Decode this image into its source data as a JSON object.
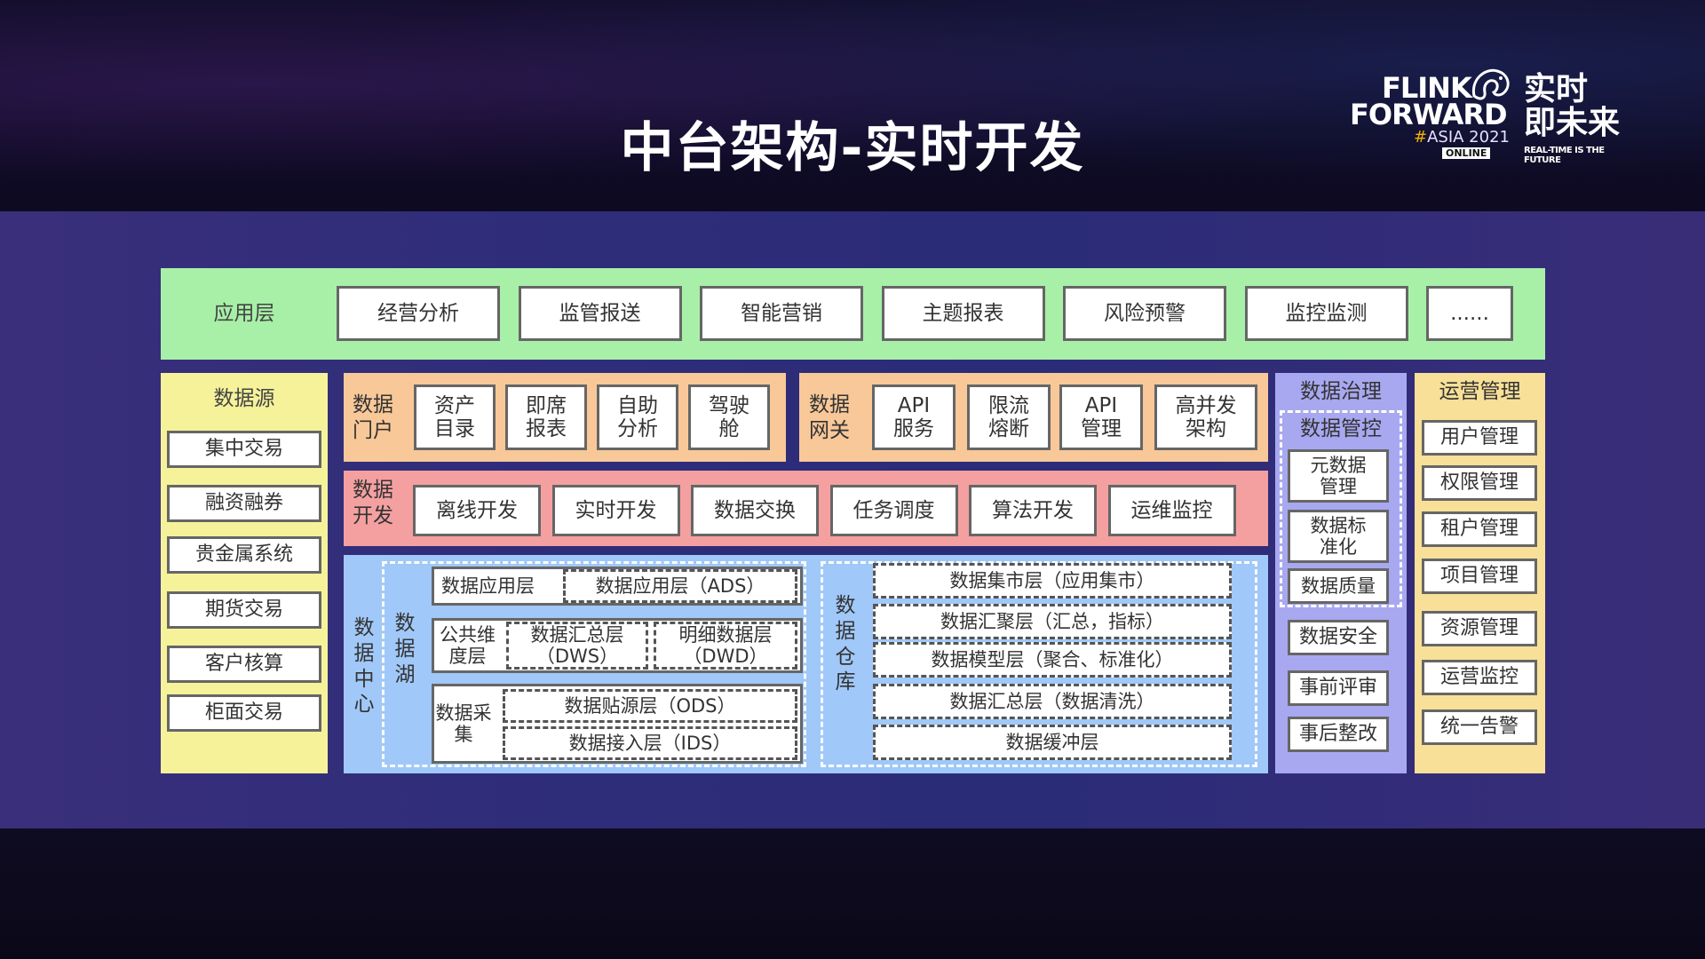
{
  "title": "中台架构-实时开发",
  "logo": {
    "line1": "FLINK",
    "line2": "FORWARD",
    "hash": "#",
    "event": "ASIA 2021",
    "online": "ONLINE",
    "slogan_cn": "实时\n即未来",
    "slogan_en": "REAL-TIME IS THE FUTURE"
  },
  "app_layer": {
    "label": "应用层",
    "items": [
      "经营分析",
      "监管报送",
      "智能营销",
      "主题报表",
      "风险预警",
      "监控监测",
      "......"
    ]
  },
  "data_source": {
    "label": "数据源",
    "items": [
      "集中交易",
      "融资融券",
      "贵金属系统",
      "期货交易",
      "客户核算",
      "柜面交易"
    ]
  },
  "data_portal": {
    "label": "数据\n门户",
    "items": [
      "资产\n目录",
      "即席\n报表",
      "自助\n分析",
      "驾驶\n舱"
    ]
  },
  "data_gateway": {
    "label": "数据\n网关",
    "items": [
      "API\n服务",
      "限流\n熔断",
      "API\n管理",
      "高并发\n架构"
    ]
  },
  "data_dev": {
    "label": "数据\n开发",
    "items": [
      "离线开发",
      "实时开发",
      "数据交换",
      "任务调度",
      "算法开发",
      "运维监控"
    ]
  },
  "data_center": {
    "label": "数据中心",
    "lake_label": "数据湖",
    "app_layer_label": "数据应用层",
    "ads": "数据应用层（ADS）",
    "public_dim": "公共维\n度层",
    "dws": "数据汇总层\n（DWS）",
    "dwd": "明细数据层\n（DWD）",
    "collect": "数据采\n集",
    "ods": "数据贴源层（ODS）",
    "ids": "数据接入层（IDS）",
    "warehouse_label": "数据仓库",
    "warehouse_items": [
      "数据集市层（应用集市）",
      "数据汇聚层（汇总，指标）",
      "数据模型层（聚合、标准化）",
      "数据汇总层（数据清洗）",
      "数据缓冲层"
    ]
  },
  "governance": {
    "label": "数据治理",
    "control_label": "数据管控",
    "control_items": [
      "元数据\n管理",
      "数据标\n准化",
      "数据质量"
    ],
    "items": [
      "数据安全",
      "事前评审",
      "事后整改"
    ]
  },
  "operations": {
    "label": "运营管理",
    "items": [
      "用户管理",
      "权限管理",
      "租户管理",
      "项目管理",
      "资源管理",
      "运营监控",
      "统一告警"
    ]
  },
  "colors": {
    "app_layer": "#a8f0a8",
    "data_source": "#f5f29a",
    "portal": "#f8c898",
    "gateway": "#f8c898",
    "dev": "#f4a0a0",
    "center": "#a0c8f8",
    "governance": "#a8a8f0",
    "operations": "#f8e098"
  }
}
